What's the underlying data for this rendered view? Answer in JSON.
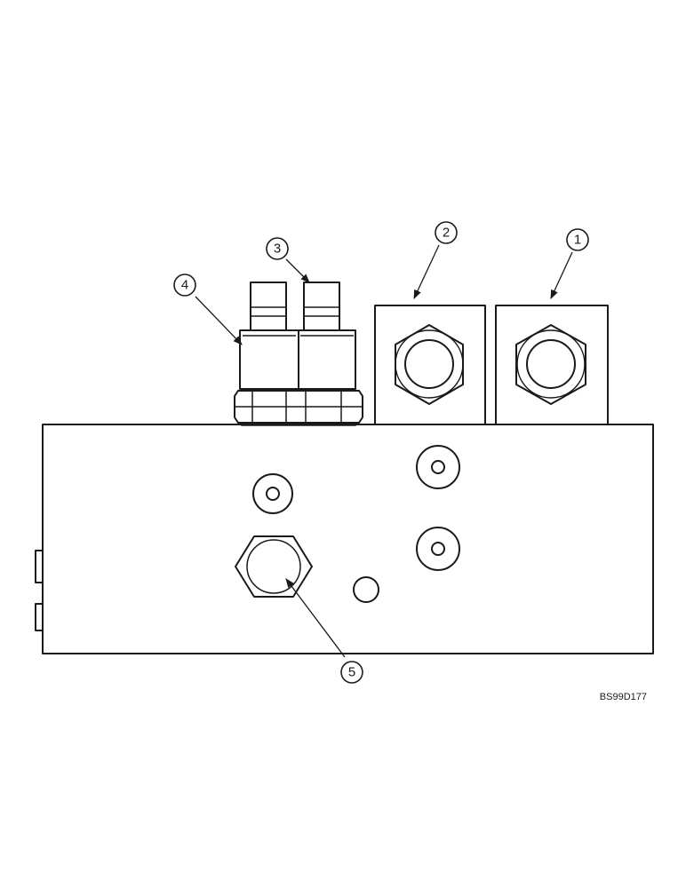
{
  "callouts": [
    {
      "number": "1"
    },
    {
      "number": "2"
    },
    {
      "number": "3"
    },
    {
      "number": "4"
    },
    {
      "number": "5"
    }
  ],
  "reference_code": "BS99D177",
  "colors": {
    "ink": "#1a1a1a",
    "background": "#ffffff"
  }
}
